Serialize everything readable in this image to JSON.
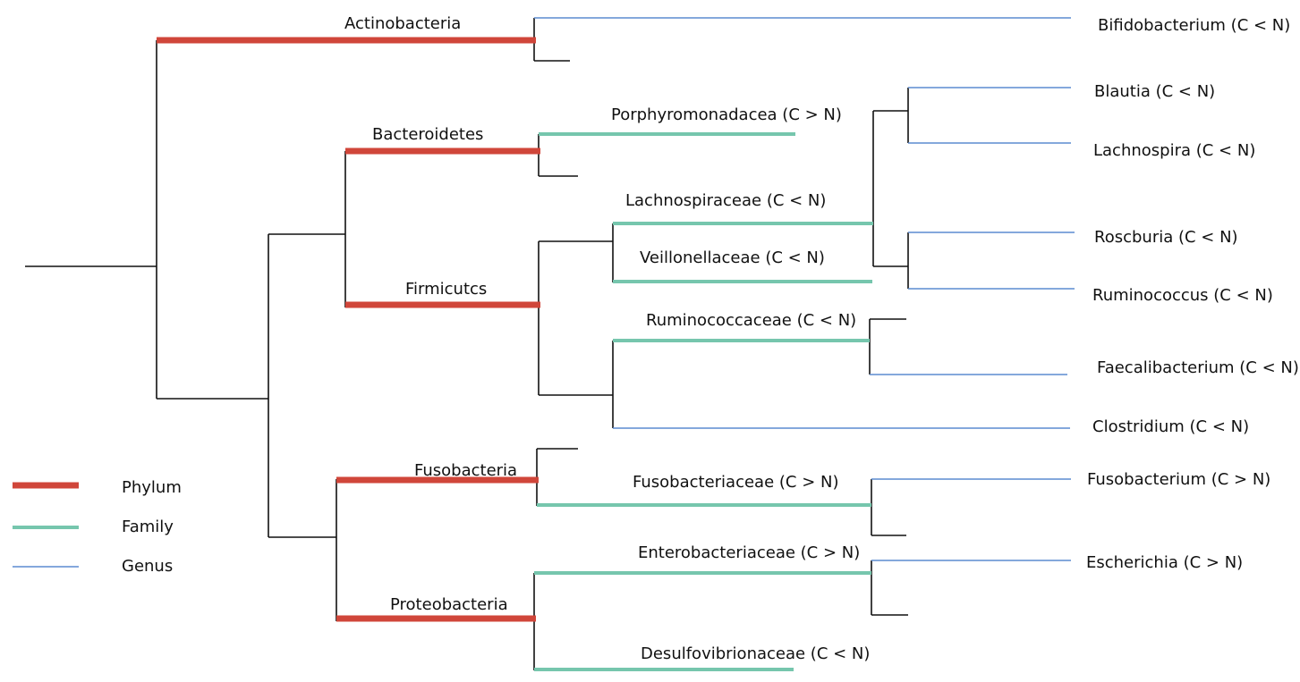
{
  "colors": {
    "phylum": "#d0463a",
    "family": "#76c6ad",
    "genus": "#5b8bd0",
    "branch": "#111111"
  },
  "phyla": {
    "actinobacteria": "Actinobacteria",
    "bacteroidetes": "Bacteroidetes",
    "firmicutes": "Firmicutcs",
    "fusobacteria": "Fusobacteria",
    "proteobacteria": "Proteobacteria"
  },
  "families": {
    "porphyromonadacea": "Porphyromonadacea (C > N)",
    "lachnospiraceae": "Lachnospiraceae (C < N)",
    "veillonellaceae": "Veillonellaceae (C < N)",
    "ruminococcaceae": "Ruminococcaceae (C < N)",
    "fusobacteriaceae": "Fusobacteriaceae (C > N)",
    "enterobacteriaceae": "Enterobacteriaceae (C > N)",
    "desulfovibrionaceae": "Desulfovibrionaceae (C < N)"
  },
  "genera": {
    "bifidobacterium": "Bifidobacterium (C < N)",
    "blautia": "Blautia (C < N)",
    "lachnospira": "Lachnospira (C < N)",
    "roseburia": "Roscburia (C < N)",
    "ruminococcus": "Ruminococcus (C < N)",
    "faecalibacterium": "Faecalibacterium (C < N)",
    "clostridium": "Clostridium (C < N)",
    "fusobacterium": "Fusobacterium (C > N)",
    "escherichia": "Escherichia (C > N)"
  },
  "legend": {
    "phylum": "Phylum",
    "family": "Family",
    "genus": "Genus"
  }
}
